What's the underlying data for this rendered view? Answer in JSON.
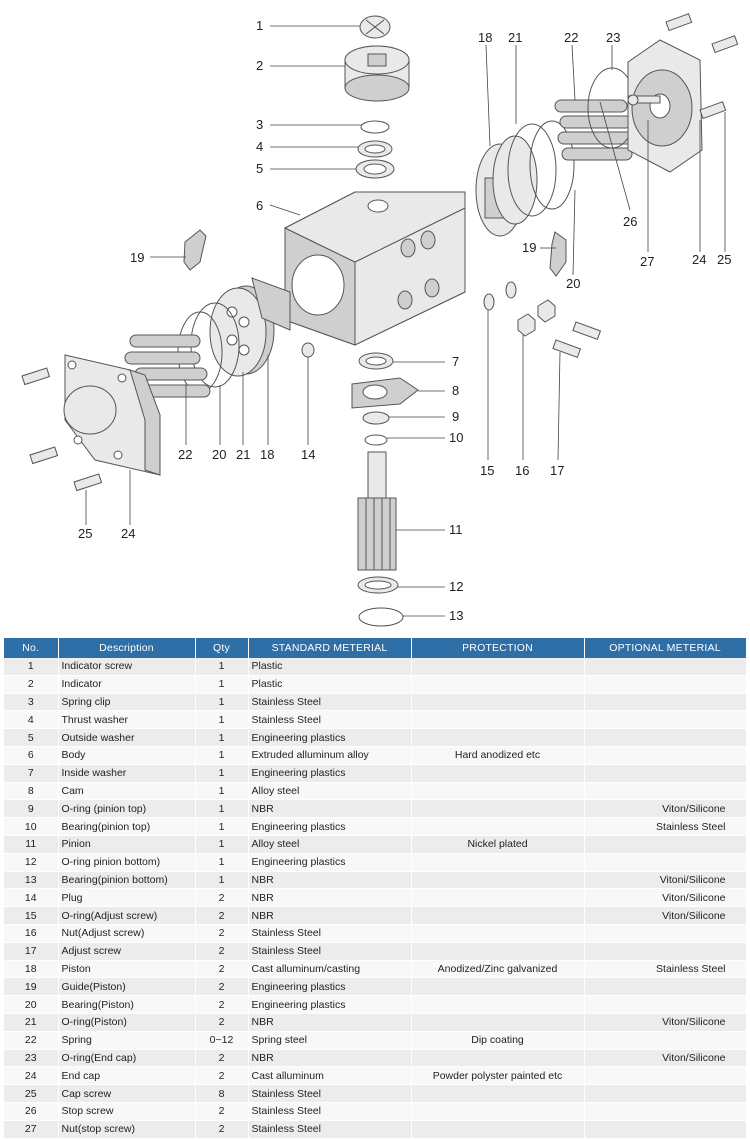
{
  "callouts": [
    "1",
    "2",
    "3",
    "4",
    "5",
    "6",
    "7",
    "8",
    "9",
    "10",
    "11",
    "12",
    "13",
    "14",
    "15",
    "16",
    "17",
    "18",
    "18",
    "19",
    "19",
    "20",
    "20",
    "21",
    "21",
    "22",
    "22",
    "23",
    "24",
    "24",
    "25",
    "25",
    "26",
    "27"
  ],
  "table": {
    "headers": [
      "No.",
      "Description",
      "Qty",
      "STANDARD METERIAL",
      "PROTECTION",
      "OPTIONAL METERIAL"
    ],
    "rows": [
      {
        "no": "1",
        "desc": "Indicator screw",
        "qty": "1",
        "material": "Plastic",
        "protection": "",
        "optional": ""
      },
      {
        "no": "2",
        "desc": "Indicator",
        "qty": "1",
        "material": "Plastic",
        "protection": "",
        "optional": ""
      },
      {
        "no": "3",
        "desc": "Spring clip",
        "qty": "1",
        "material": "Stainless Steel",
        "protection": "",
        "optional": ""
      },
      {
        "no": "4",
        "desc": "Thrust washer",
        "qty": "1",
        "material": "Stainless Steel",
        "protection": "",
        "optional": ""
      },
      {
        "no": "5",
        "desc": "Outside washer",
        "qty": "1",
        "material": "Engineering plastics",
        "protection": "",
        "optional": ""
      },
      {
        "no": "6",
        "desc": "Body",
        "qty": "1",
        "material": "Extruded alluminum alloy",
        "protection": "Hard anodized etc",
        "optional": ""
      },
      {
        "no": "7",
        "desc": "Inside washer",
        "qty": "1",
        "material": "Engineering plastics",
        "protection": "",
        "optional": ""
      },
      {
        "no": "8",
        "desc": "Cam",
        "qty": "1",
        "material": "Alloy steel",
        "protection": "",
        "optional": ""
      },
      {
        "no": "9",
        "desc": "O-ring (pinion top)",
        "qty": "1",
        "material": "NBR",
        "protection": "",
        "optional": "Viton/Silicone"
      },
      {
        "no": "10",
        "desc": "Bearing(pinion top)",
        "qty": "1",
        "material": "Engineering plastics",
        "protection": "",
        "optional": "Stainless Steel"
      },
      {
        "no": "11",
        "desc": "Pinion",
        "qty": "1",
        "material": "Alloy steel",
        "protection": "Nickel plated",
        "optional": ""
      },
      {
        "no": "12",
        "desc": "O-ring pinion bottom)",
        "qty": "1",
        "material": "Engineering plastics",
        "protection": "",
        "optional": ""
      },
      {
        "no": "13",
        "desc": "Bearing(pinion bottom)",
        "qty": "1",
        "material": "NBR",
        "protection": "",
        "optional": "Vitoni/Silicone"
      },
      {
        "no": "14",
        "desc": "Plug",
        "qty": "2",
        "material": "NBR",
        "protection": "",
        "optional": "Viton/Silicone"
      },
      {
        "no": "15",
        "desc": "O-ring(Adjust screw)",
        "qty": "2",
        "material": "NBR",
        "protection": "",
        "optional": "Viton/Silicone"
      },
      {
        "no": "16",
        "desc": "Nut(Adjust screw)",
        "qty": "2",
        "material": "Stainless Steel",
        "protection": "",
        "optional": ""
      },
      {
        "no": "17",
        "desc": "Adjust screw",
        "qty": "2",
        "material": "Stainless Steel",
        "protection": "",
        "optional": ""
      },
      {
        "no": "18",
        "desc": "Piston",
        "qty": "2",
        "material": "Cast alluminum/casting",
        "protection": "Anodized/Zinc galvanized",
        "optional": "Stainless Steel"
      },
      {
        "no": "19",
        "desc": "Guide(Piston)",
        "qty": "2",
        "material": "Engineering plastics",
        "protection": "",
        "optional": ""
      },
      {
        "no": "20",
        "desc": "Bearing(Piston)",
        "qty": "2",
        "material": "Engineering plastics",
        "protection": "",
        "optional": ""
      },
      {
        "no": "21",
        "desc": "O-ring(Piston)",
        "qty": "2",
        "material": "NBR",
        "protection": "",
        "optional": "Viton/Silicone"
      },
      {
        "no": "22",
        "desc": "Spring",
        "qty": "0~12",
        "material": "Spring steel",
        "protection": "Dip coating",
        "optional": ""
      },
      {
        "no": "23",
        "desc": "O-ring(End cap)",
        "qty": "2",
        "material": "NBR",
        "protection": "",
        "optional": "Viton/Silicone"
      },
      {
        "no": "24",
        "desc": "End cap",
        "qty": "2",
        "material": "Cast alluminum",
        "protection": "Powder polyster painted etc",
        "optional": ""
      },
      {
        "no": "25",
        "desc": "Cap screw",
        "qty": "8",
        "material": "Stainless Steel",
        "protection": "",
        "optional": ""
      },
      {
        "no": "26",
        "desc": "Stop screw",
        "qty": "2",
        "material": "Stainless Steel",
        "protection": "",
        "optional": ""
      },
      {
        "no": "27",
        "desc": "Nut(stop screw)",
        "qty": "2",
        "material": "Stainless Steel",
        "protection": "",
        "optional": ""
      }
    ]
  }
}
